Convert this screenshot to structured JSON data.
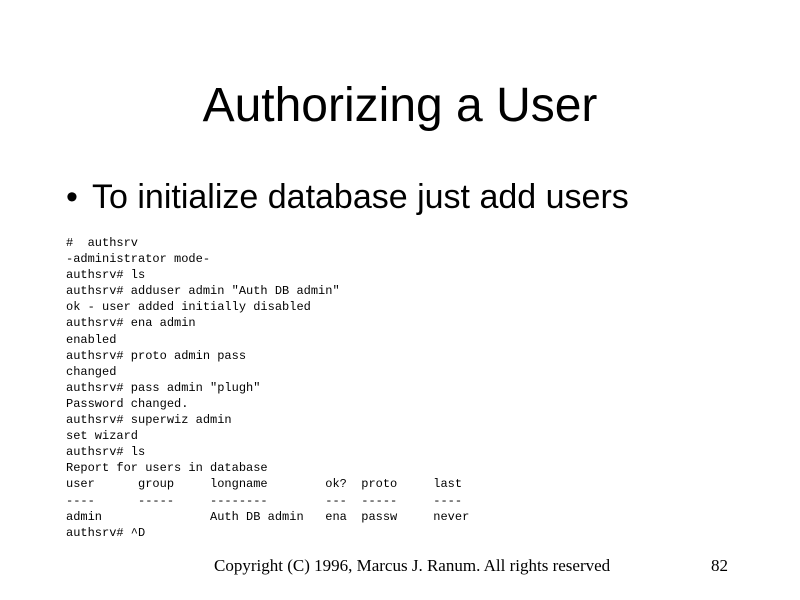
{
  "slide": {
    "title": "Authorizing a User",
    "bullet": {
      "marker": "•",
      "text": "To initialize database just add users"
    },
    "terminal": {
      "lines": [
        "#  authsrv",
        "-administrator mode-",
        "authsrv# ls",
        "authsrv# adduser admin \"Auth DB admin\"",
        "ok - user added initially disabled",
        "authsrv# ena admin",
        "enabled",
        "authsrv# proto admin pass",
        "changed",
        "authsrv# pass admin \"plugh\"",
        "Password changed.",
        "authsrv# superwiz admin",
        "set wizard",
        "authsrv# ls",
        "Report for users in database",
        "user      group     longname        ok?  proto     last",
        "----      -----     --------        ---  -----     ----",
        "admin               Auth DB admin   ena  passw     never",
        "authsrv# ^D"
      ]
    },
    "footer": {
      "copyright": "Copyright (C) 1996, Marcus J. Ranum. All rights reserved",
      "page_number": "82"
    },
    "colors": {
      "background": "#ffffff",
      "text": "#000000"
    }
  }
}
